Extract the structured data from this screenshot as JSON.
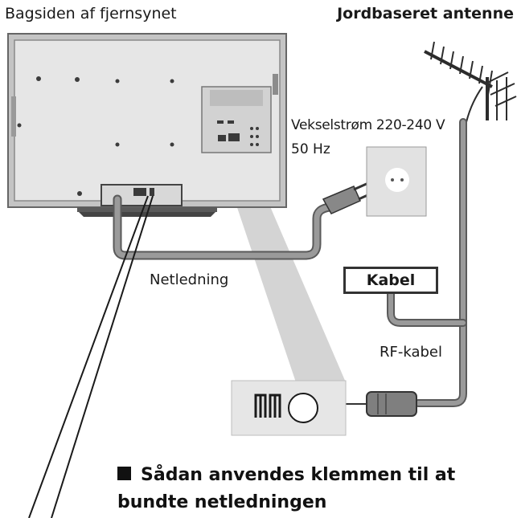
{
  "labels": {
    "tv_back": "Bagsiden af fjernsynet",
    "antenna": "Jordbaseret antenne",
    "voltage": "Vekselstrøm 220-240 V",
    "frequency": "50 Hz",
    "power_cord": "Netledning",
    "cable": "Kabel",
    "rf_cable": "RF-kabel"
  },
  "heading": {
    "line1": "Sådan anvendes klemmen til at",
    "line2": "bundte netledningen"
  },
  "colors": {
    "tv_frame": "#bfbfbf",
    "tv_back": "#e3e3e3",
    "cable": "#8a8a8a",
    "cable_edge": "#5e5e5e",
    "outlet_bg": "#e0e0e0",
    "zoom_beam": "#d0d0d0",
    "terminal_box": "#e8e8e8"
  }
}
